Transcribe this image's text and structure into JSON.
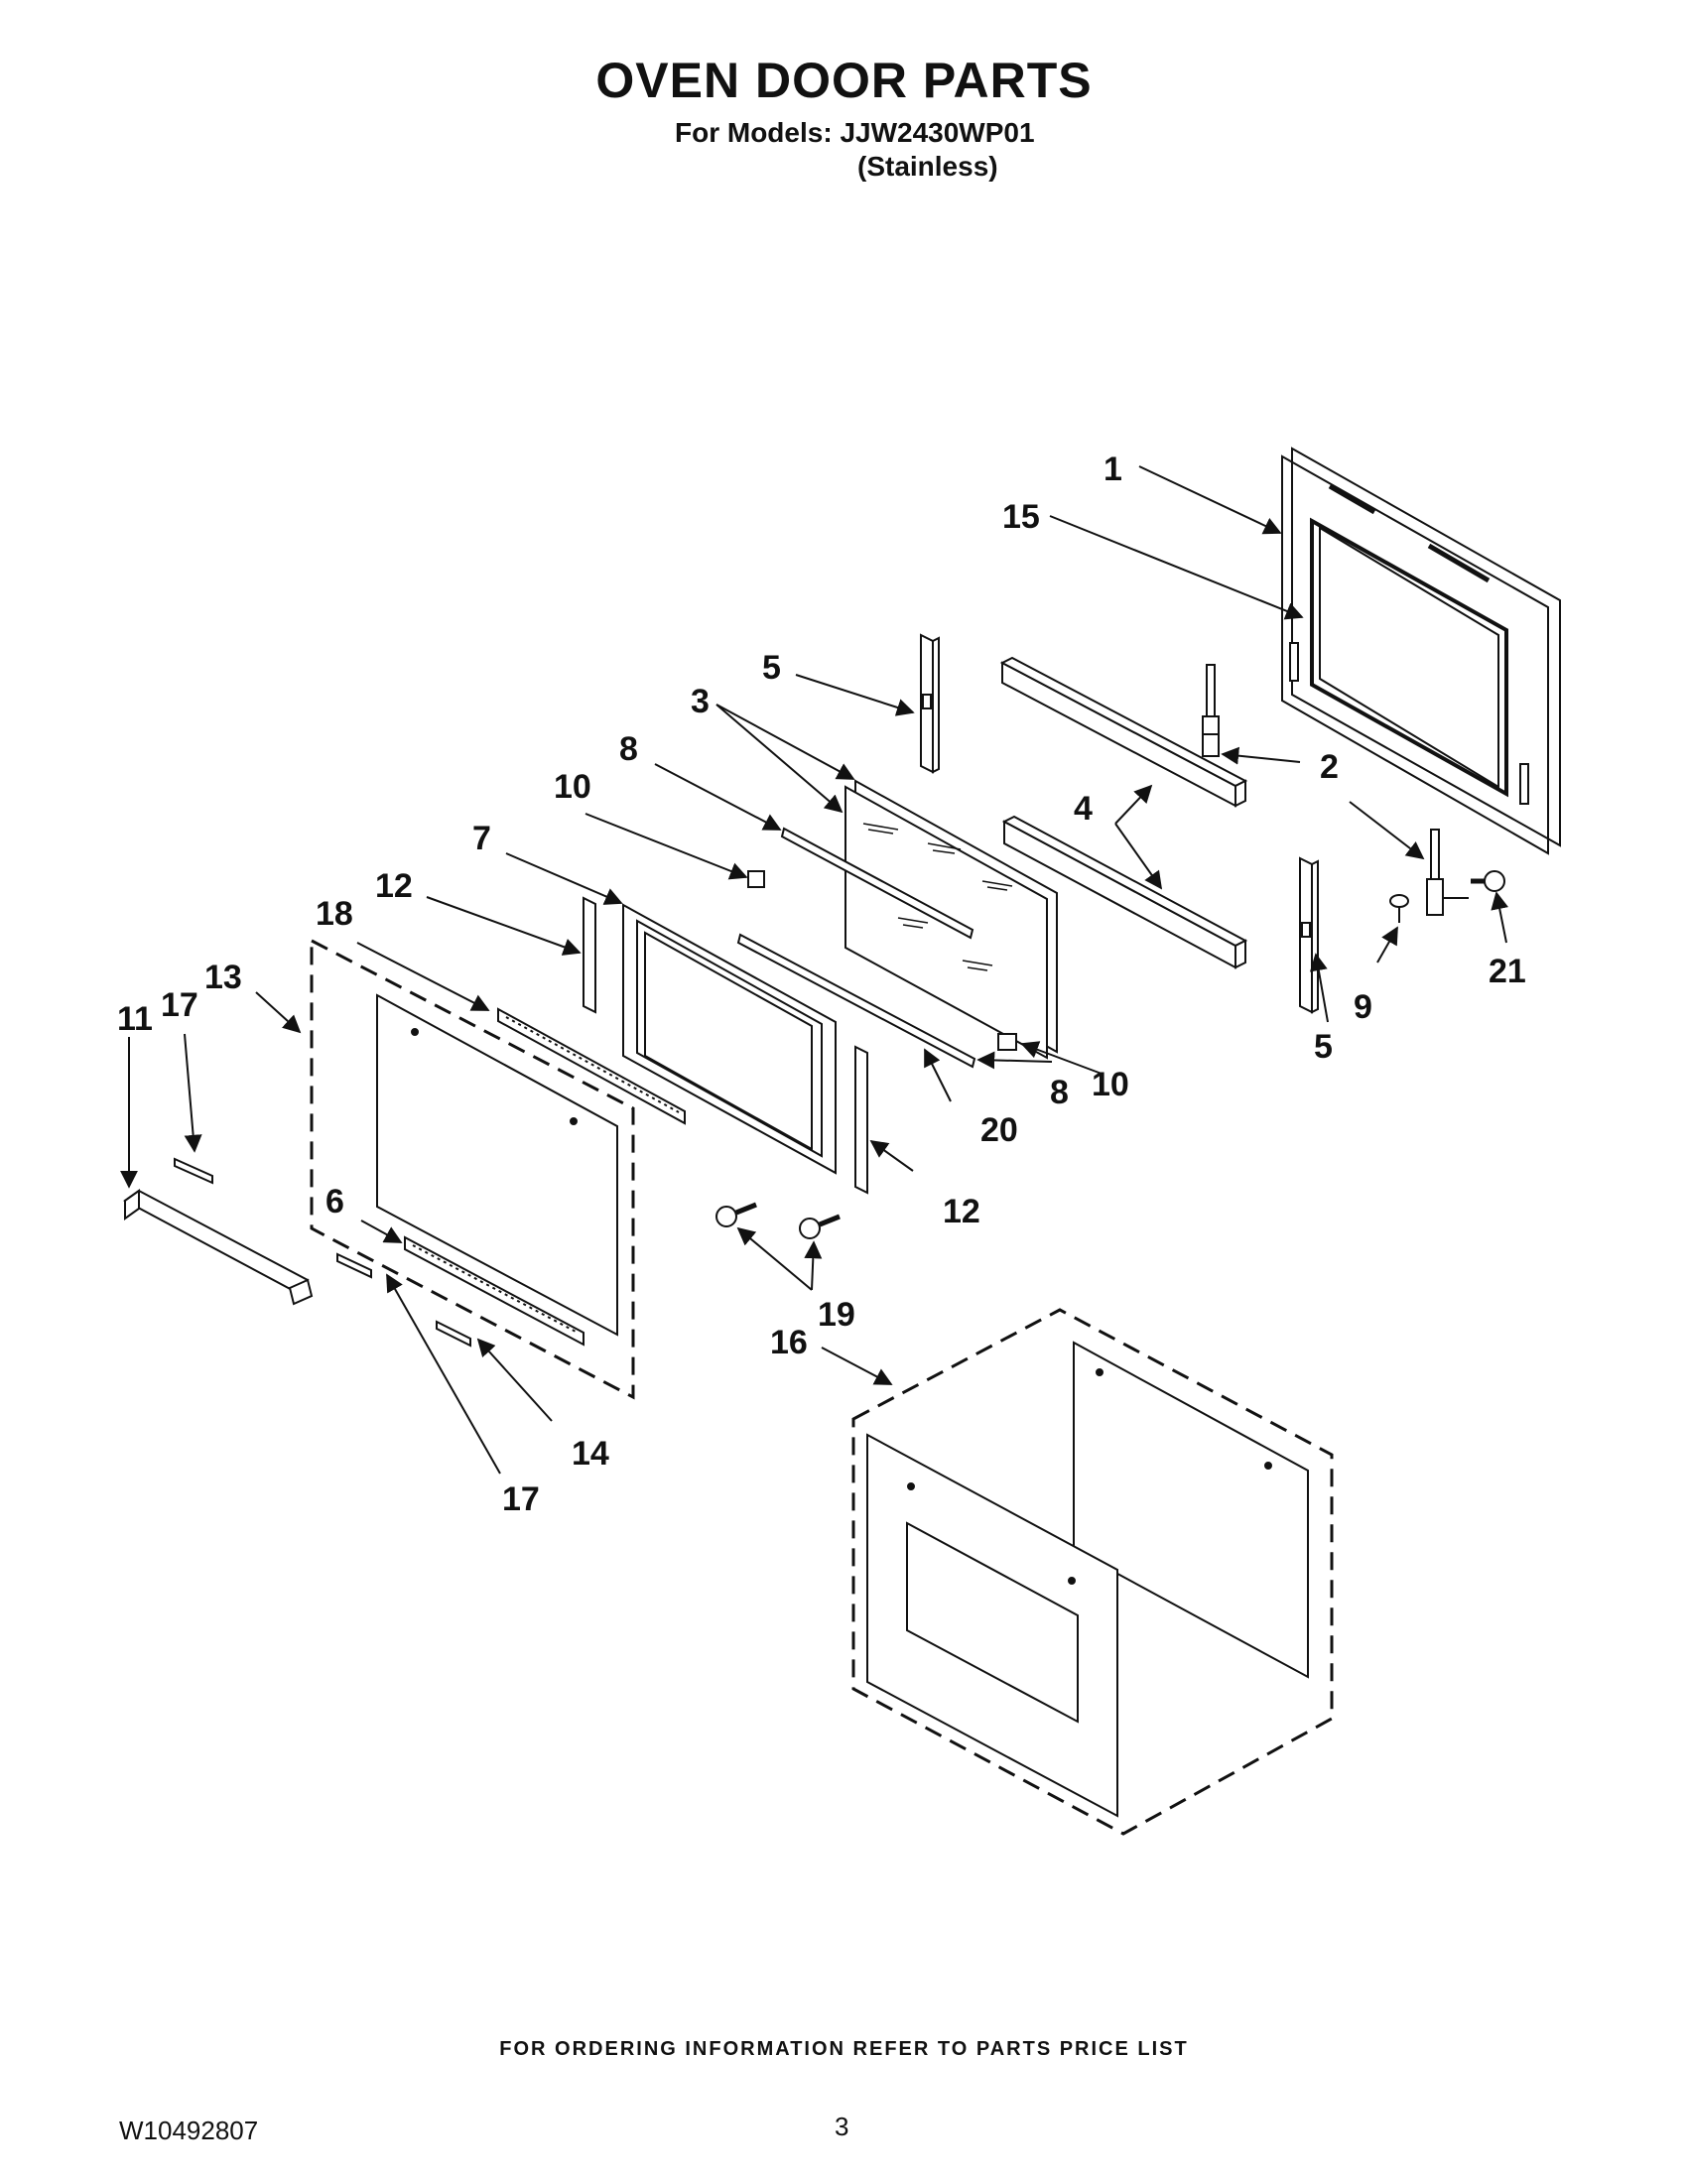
{
  "header": {
    "title": "OVEN DOOR PARTS",
    "models_line": "For Models: JJW2430WP01",
    "variant": "(Stainless)"
  },
  "callouts": [
    "1",
    "15",
    "5",
    "3",
    "8",
    "10",
    "2",
    "4",
    "7",
    "12",
    "18",
    "13",
    "11",
    "17",
    "21",
    "9",
    "5",
    "10",
    "8",
    "20",
    "12",
    "6",
    "19",
    "16",
    "14",
    "17"
  ],
  "footer": {
    "ordering_note": "FOR ORDERING INFORMATION REFER TO PARTS PRICE LIST",
    "doc_number": "W10492807",
    "page_number": "3"
  }
}
